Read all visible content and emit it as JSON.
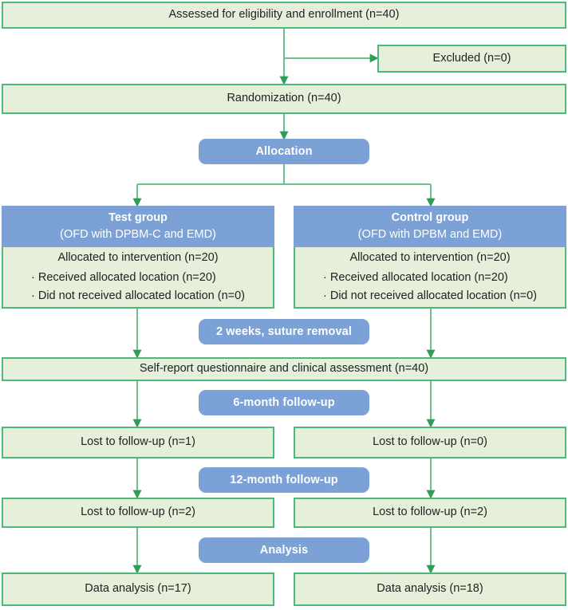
{
  "diagram": {
    "type": "CONSORT participant flow diagram",
    "accent_green_border": "#4cb97c",
    "accent_green_fill": "#e6efd9",
    "accent_blue": "#7ba1d6",
    "arrow_color": "#2e9e57",
    "line_color": "#6cc18e"
  },
  "enrollment": {
    "assessed": "Assessed for eligibility and enrollment (n=40)",
    "excluded": "Excluded (n=0)",
    "randomization": "Randomization (n=40)"
  },
  "stages": {
    "allocation": "Allocation",
    "suture_removal": "2 weeks, suture removal",
    "six_month": "6-month follow-up",
    "twelve_month": "12-month follow-up",
    "analysis": "Analysis"
  },
  "groups": [
    {
      "title": "Test group",
      "subtitle": "(OFD with DPBM-C and EMD)",
      "allocated": "Allocated to intervention (n=20)",
      "bullets": [
        "· Received allocated location (n=20)",
        "· Did not received allocated location (n=0)"
      ],
      "lost_6m": "Lost to follow-up (n=1)",
      "lost_12m": "Lost to follow-up (n=2)",
      "analysis": "Data analysis (n=17)"
    },
    {
      "title": "Control group",
      "subtitle": "(OFD with DPBM and EMD)",
      "allocated": "Allocated to intervention (n=20)",
      "bullets": [
        "· Received allocated location (n=20)",
        "· Did not received allocated location (n=0)"
      ],
      "lost_6m": "Lost to follow-up (n=0)",
      "lost_12m": "Lost to follow-up (n=2)",
      "analysis": "Data analysis (n=18)"
    }
  ],
  "shared": {
    "self_report": "Self-report questionnaire and clinical assessment (n=40)"
  }
}
